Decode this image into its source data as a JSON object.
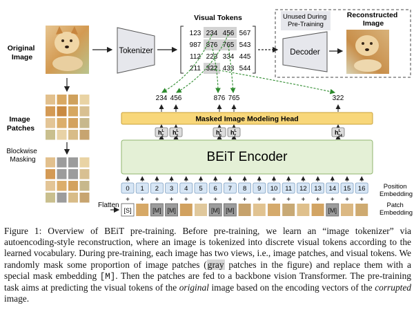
{
  "labels": {
    "original_image": [
      "Original",
      "Image"
    ],
    "image_patches": [
      "Image",
      "Patches"
    ],
    "blockwise_masking": [
      "Blockwise",
      "Masking"
    ],
    "flatten": "Flatten",
    "tokenizer": "Tokenizer",
    "visual_tokens": "Visual Tokens",
    "unused_during": [
      "Unused During",
      "Pre-Training"
    ],
    "decoder": "Decoder",
    "reconstructed": [
      "Reconstructed",
      "Image"
    ],
    "mim_head": "Masked Image Modeling Head",
    "encoder": "BEiT Encoder",
    "position_embedding": [
      "Position",
      "Embedding"
    ],
    "patch_embedding": [
      "Patch",
      "Embedding"
    ]
  },
  "token_grid": [
    [
      "123",
      "234",
      "456",
      "567"
    ],
    [
      "987",
      "876",
      "765",
      "543"
    ],
    [
      "112",
      "223",
      "334",
      "445"
    ],
    [
      "211",
      "322",
      "433",
      "544"
    ]
  ],
  "predicted_tokens": [
    "234",
    "456",
    "876",
    "765",
    "322"
  ],
  "hidden_states": [
    {
      "sub": "2",
      "sup": "L"
    },
    {
      "sub": "3",
      "sup": "L"
    },
    {
      "sub": "6",
      "sup": "L"
    },
    {
      "sub": "7",
      "sup": "L"
    },
    {
      "sub": "14",
      "sup": "L"
    }
  ],
  "hidden_symbol": "h",
  "positions": [
    "0",
    "1",
    "2",
    "3",
    "4",
    "5",
    "6",
    "7",
    "8",
    "9",
    "10",
    "11",
    "12",
    "13",
    "14",
    "15",
    "16"
  ],
  "patch_tokens": [
    "[S]",
    "",
    "[M]",
    "[M]",
    "",
    "",
    "[M]",
    "[M]",
    "",
    "",
    "",
    "",
    "",
    "",
    "[M]",
    "",
    ""
  ],
  "plus": "+",
  "caption": {
    "figure_label": "Figure 1:",
    "part1": " Overview of BEiT pre-training. Before pre-training, we learn an “image tokenizer” via autoencoding-style reconstruction, where an image is tokenized into discrete visual tokens according to the learned vocabulary. During pre-training, each image has two views, i.e., image patches, and visual tokens. We randomly mask some proportion of image patches (",
    "gray": "gray",
    "part2": " patches in the figure) and replace them with a special mask embedding ",
    "mask_token": "[M]",
    "part3": ". Then the patches are fed to a backbone vision Transformer. The pre-training task aims at predicting the visual tokens of the ",
    "original": "original",
    "part4": " image based on the encoding vectors of the ",
    "corrupted": "corrupted",
    "part5": " image."
  }
}
